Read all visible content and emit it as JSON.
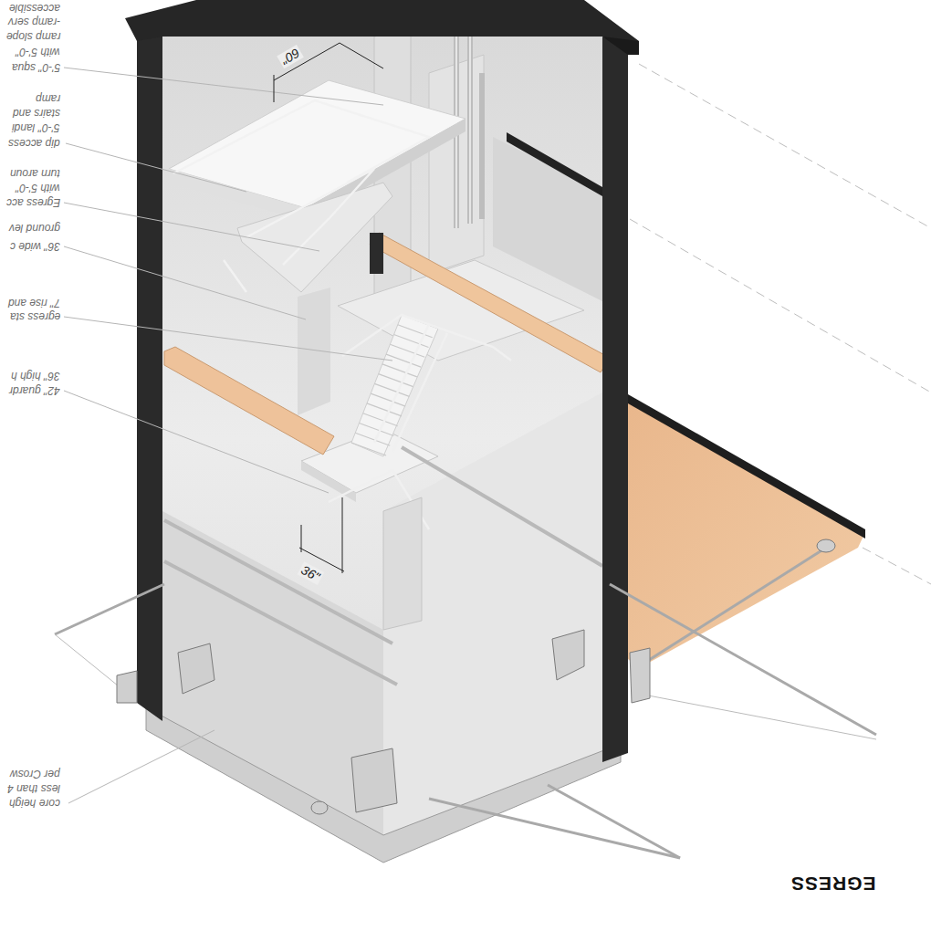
{
  "diagram": {
    "title": "EGRESS",
    "labels": [
      "accessible",
      "-ramp serv",
      "ramp slope",
      "with 5'-0\"",
      "5'-0\" squa",
      "ramp",
      "stairs and",
      "5'-0\" landi",
      "dip access",
      "turn aroun",
      "with 5'-0\"",
      "Egress acc",
      "ground lev",
      "36\" wide c",
      "7\" rise and",
      "egress sta",
      "36\" high h",
      "42\" guardr",
      "per Crosw",
      "less than 4",
      "core heigh",
      "60\"",
      "36\""
    ]
  }
}
